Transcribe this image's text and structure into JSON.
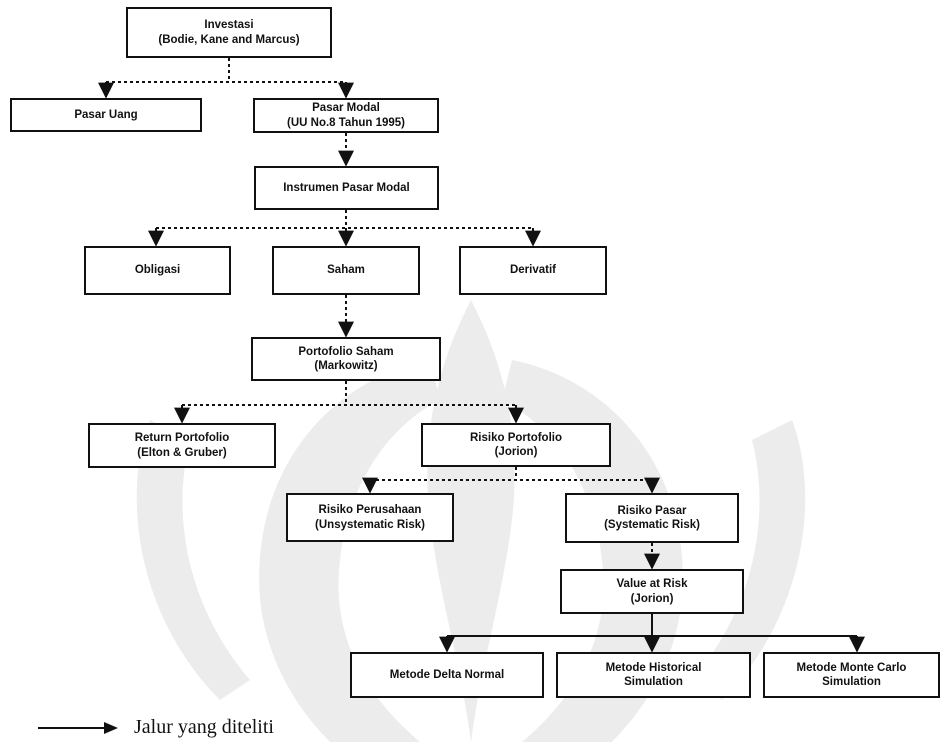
{
  "nodes": {
    "investasi": {
      "lines": [
        "Investasi",
        "(Bodie, Kane and Marcus)"
      ]
    },
    "pasar_uang": {
      "lines": [
        "Pasar Uang"
      ]
    },
    "pasar_modal": {
      "lines": [
        "Pasar Modal",
        "(UU No.8 Tahun 1995)"
      ]
    },
    "instrumen": {
      "lines": [
        "Instrumen Pasar Modal"
      ]
    },
    "obligasi": {
      "lines": [
        "Obligasi"
      ]
    },
    "saham": {
      "lines": [
        "Saham"
      ]
    },
    "derivatif": {
      "lines": [
        "Derivatif"
      ]
    },
    "portofolio": {
      "lines": [
        "Portofolio Saham",
        "(Markowitz)"
      ]
    },
    "return": {
      "lines": [
        "Return Portofolio",
        "(Elton & Gruber)"
      ]
    },
    "risiko_portofolio": {
      "lines": [
        "Risiko Portofolio",
        "(Jorion)"
      ]
    },
    "risiko_perusahaan": {
      "lines": [
        "Risiko Perusahaan",
        "(Unsystematic Risk)"
      ]
    },
    "risiko_pasar": {
      "lines": [
        "Risiko Pasar",
        "(Systematic Risk)"
      ]
    },
    "var": {
      "lines": [
        "Value at Risk",
        "(Jorion)"
      ]
    },
    "delta": {
      "lines": [
        "Metode Delta Normal"
      ]
    },
    "historical": {
      "lines": [
        "Metode Historical",
        "Simulation"
      ]
    },
    "monte": {
      "lines": [
        "Metode Monte Carlo",
        "Simulation"
      ]
    }
  },
  "legend": {
    "text": "Jalur yang diteliti"
  },
  "colors": {
    "line": "#111111",
    "watermark": "#ebebeb"
  }
}
